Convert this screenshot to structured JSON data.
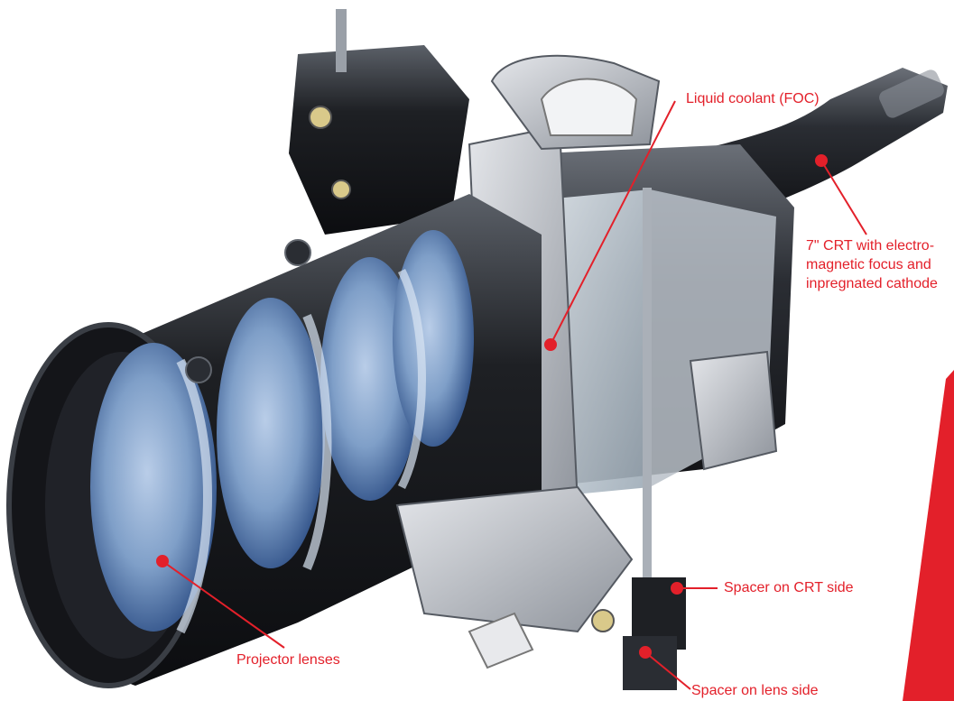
{
  "colors": {
    "callout": "#e3202a",
    "accent_bar": "#e3202a",
    "housing_dark": "#1e2024",
    "housing_mid": "#4a4f57",
    "metal_light": "#c9ccd2",
    "lens_blue": "#7f9fc8",
    "lens_deep": "#2e4f86"
  },
  "illustration": {
    "subject": "CRT projector tube and lens assembly cutaway",
    "icon": "crt-projector-cutaway"
  },
  "callouts": {
    "coolant": "Liquid coolant (FOC)",
    "crt_line1": "7\" CRT with electro-",
    "crt_line2": "magnetic focus and",
    "crt_line3": "inpregnated cathode",
    "spacer_crt": "Spacer on CRT side",
    "lenses": "Projector lenses",
    "spacer_lens": "Spacer on lens side"
  }
}
